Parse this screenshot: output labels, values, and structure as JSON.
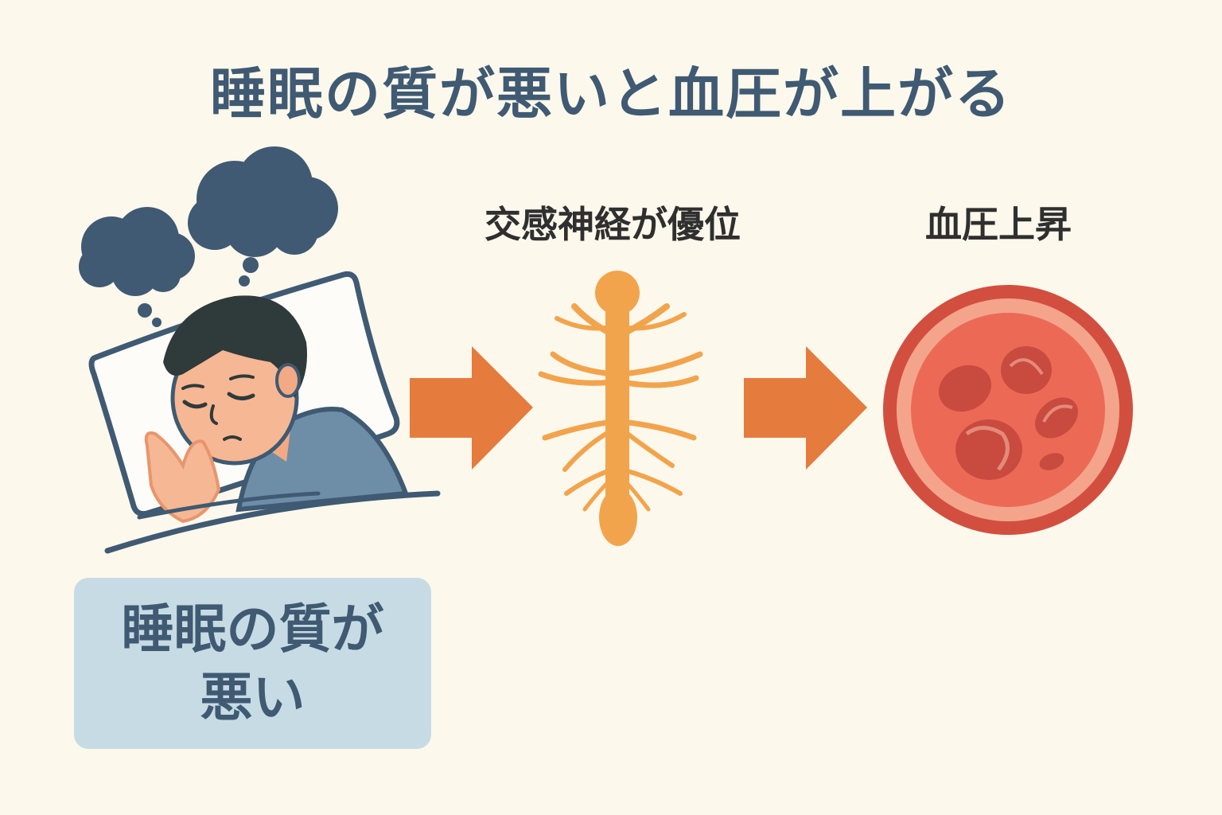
{
  "title": "睡眠の質が悪いと血圧が上がる",
  "steps": {
    "nerve_label": "交感神経が優位",
    "bp_label": "血圧上昇"
  },
  "caption": {
    "line1": "睡眠の質が",
    "line2": "悪い"
  },
  "colors": {
    "title": "#3f5a72",
    "arrow": "#e57b3c",
    "nerve": "#f2a44c",
    "vessel_outer": "#d24f40",
    "vessel_inner": "#ec6a55",
    "caption_bg": "#c7dbe4"
  },
  "icons": [
    "cloud-icon",
    "sleeping-person-icon",
    "nerve-icon",
    "blood-vessel-icon",
    "arrow-icon"
  ]
}
